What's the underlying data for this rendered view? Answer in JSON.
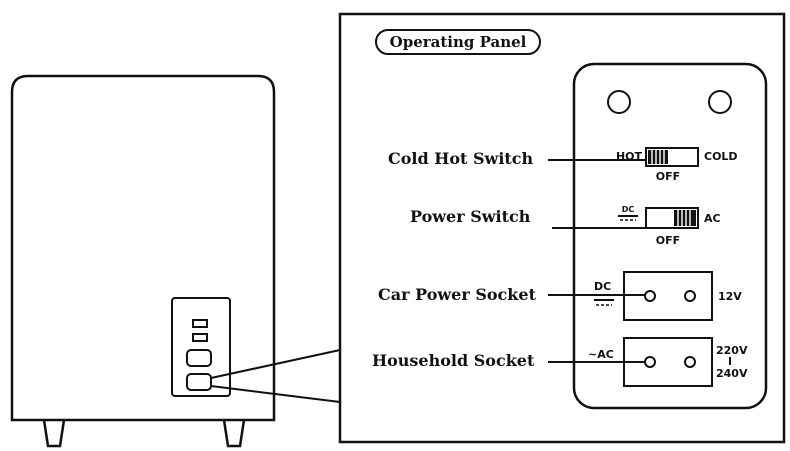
{
  "panel": {
    "title": "Operating Panel",
    "cold_hot_switch": {
      "label": "Cold Hot Switch",
      "left": "HOT",
      "right": "COLD",
      "bottom": "OFF"
    },
    "power_switch": {
      "label": "Power Switch",
      "left": "DC",
      "right": "AC",
      "bottom": "OFF"
    },
    "car_power_socket": {
      "label": "Car Power Socket",
      "left": "DC",
      "right": "12V"
    },
    "household_socket": {
      "label": "Household Socket",
      "left": "~AC",
      "right_top": "220V",
      "right_bottom": "240V"
    }
  }
}
